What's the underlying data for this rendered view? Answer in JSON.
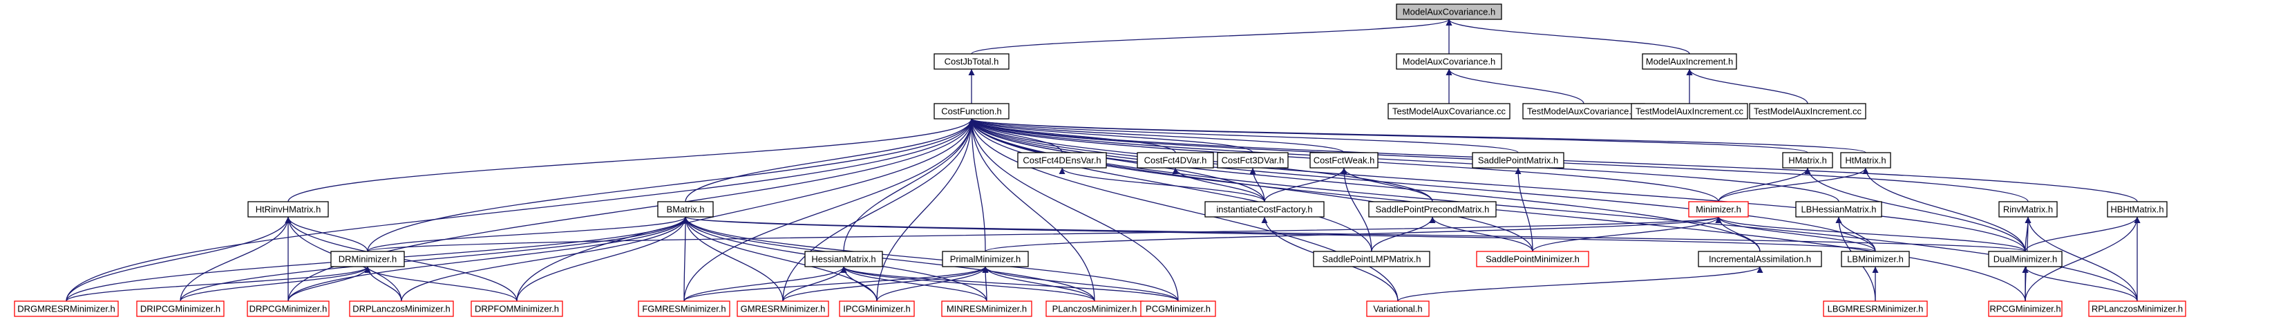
{
  "colors": {
    "edge": "#191970",
    "node_border_black": "#000000",
    "node_border_red": "#ff0000",
    "root_fill": "#bfbfbf",
    "node_fill": "#ffffff"
  },
  "nodes": [
    {
      "id": "root",
      "label": "ModelAuxCovariance.h",
      "border": "black",
      "fill": "root"
    },
    {
      "id": "costjbtotal",
      "label": "CostJbTotal.h",
      "border": "black"
    },
    {
      "id": "modelauxcov2",
      "label": "ModelAuxCovariance.h",
      "border": "black"
    },
    {
      "id": "modelauxinc",
      "label": "ModelAuxIncrement.h",
      "border": "black"
    },
    {
      "id": "testmac1",
      "label": "TestModelAuxCovariance.cc",
      "border": "black"
    },
    {
      "id": "testmac2",
      "label": "TestModelAuxCovariance.cc",
      "border": "black"
    },
    {
      "id": "testmai1",
      "label": "TestModelAuxIncrement.cc",
      "border": "black"
    },
    {
      "id": "testmai2",
      "label": "TestModelAuxIncrement.cc",
      "border": "black"
    },
    {
      "id": "costfunction",
      "label": "CostFunction.h",
      "border": "black"
    },
    {
      "id": "costfct4dens",
      "label": "CostFct4DEnsVar.h",
      "border": "black"
    },
    {
      "id": "costfct4dvar",
      "label": "CostFct4DVar.h",
      "border": "black"
    },
    {
      "id": "costfct3dvar",
      "label": "CostFct3DVar.h",
      "border": "black"
    },
    {
      "id": "costfctweak",
      "label": "CostFctWeak.h",
      "border": "black"
    },
    {
      "id": "saddlepointmatrix",
      "label": "SaddlePointMatrix.h",
      "border": "black"
    },
    {
      "id": "hmatrix",
      "label": "HMatrix.h",
      "border": "black"
    },
    {
      "id": "htmatrix",
      "label": "HtMatrix.h",
      "border": "black"
    },
    {
      "id": "htrinvhmatrix",
      "label": "HtRinvHMatrix.h",
      "border": "black"
    },
    {
      "id": "bmatrix",
      "label": "BMatrix.h",
      "border": "black"
    },
    {
      "id": "instantiatecf",
      "label": "instantiateCostFactory.h",
      "border": "black"
    },
    {
      "id": "saddlepointprecond",
      "label": "SaddlePointPrecondMatrix.h",
      "border": "black"
    },
    {
      "id": "minimizer",
      "label": "Minimizer.h",
      "border": "red"
    },
    {
      "id": "lbhessian",
      "label": "LBHessianMatrix.h",
      "border": "black"
    },
    {
      "id": "rinvmatrix",
      "label": "RinvMatrix.h",
      "border": "black"
    },
    {
      "id": "hbhtmatrix",
      "label": "HBHtMatrix.h",
      "border": "black"
    },
    {
      "id": "drminimizer",
      "label": "DRMinimizer.h",
      "border": "black"
    },
    {
      "id": "hessianmatrix",
      "label": "HessianMatrix.h",
      "border": "black"
    },
    {
      "id": "primalminimizer",
      "label": "PrimalMinimizer.h",
      "border": "black"
    },
    {
      "id": "saddlepointlmp",
      "label": "SaddlePointLMPMatrix.h",
      "border": "black"
    },
    {
      "id": "saddlepointmin",
      "label": "SaddlePointMinimizer.h",
      "border": "red"
    },
    {
      "id": "incrementalassim",
      "label": "IncrementalAssimilation.h",
      "border": "black"
    },
    {
      "id": "lbminimizer",
      "label": "LBMinimizer.h",
      "border": "black"
    },
    {
      "id": "dualminimizer",
      "label": "DualMinimizer.h",
      "border": "black"
    },
    {
      "id": "drgmresr",
      "label": "DRGMRESRMinimizer.h",
      "border": "red"
    },
    {
      "id": "dripcg",
      "label": "DRIPCGMinimizer.h",
      "border": "red"
    },
    {
      "id": "drpcg",
      "label": "DRPCGMinimizer.h",
      "border": "red"
    },
    {
      "id": "drplanczos",
      "label": "DRPLanczosMinimizer.h",
      "border": "red"
    },
    {
      "id": "drpfom",
      "label": "DRPFOMMinimizer.h",
      "border": "red"
    },
    {
      "id": "fgmres",
      "label": "FGMRESMinimizer.h",
      "border": "red"
    },
    {
      "id": "gmresr",
      "label": "GMRESRMinimizer.h",
      "border": "red"
    },
    {
      "id": "ipcg",
      "label": "IPCGMinimizer.h",
      "border": "red"
    },
    {
      "id": "minres",
      "label": "MINRESMinimizer.h",
      "border": "red"
    },
    {
      "id": "planczos",
      "label": "PLanczosMinimizer.h",
      "border": "red"
    },
    {
      "id": "pcg",
      "label": "PCGMinimizer.h",
      "border": "red"
    },
    {
      "id": "variational",
      "label": "Variational.h",
      "border": "red"
    },
    {
      "id": "lbgmresr",
      "label": "LBGMRESRMinimizer.h",
      "border": "red"
    },
    {
      "id": "rpcg",
      "label": "RPCGMinimizer.h",
      "border": "red"
    },
    {
      "id": "rplanczos",
      "label": "RPLanczosMinimizer.h",
      "border": "red"
    }
  ],
  "edges": [
    [
      "costjbtotal",
      "root"
    ],
    [
      "modelauxcov2",
      "root"
    ],
    [
      "modelauxinc",
      "root"
    ],
    [
      "testmac1",
      "modelauxcov2"
    ],
    [
      "testmac2",
      "modelauxcov2"
    ],
    [
      "testmai1",
      "modelauxinc"
    ],
    [
      "testmai2",
      "modelauxinc"
    ],
    [
      "costfunction",
      "costjbtotal"
    ],
    [
      "costfct4dens",
      "costfunction"
    ],
    [
      "costfct4dvar",
      "costfunction"
    ],
    [
      "costfct3dvar",
      "costfunction"
    ],
    [
      "costfctweak",
      "costfunction"
    ],
    [
      "saddlepointmatrix",
      "costfunction"
    ],
    [
      "hmatrix",
      "costfunction"
    ],
    [
      "htmatrix",
      "costfunction"
    ],
    [
      "htrinvhmatrix",
      "costfunction"
    ],
    [
      "bmatrix",
      "costfunction"
    ],
    [
      "instantiatecf",
      "costfunction"
    ],
    [
      "saddlepointprecond",
      "costfunction"
    ],
    [
      "minimizer",
      "costfunction"
    ],
    [
      "lbhessian",
      "costfunction"
    ],
    [
      "rinvmatrix",
      "costfunction"
    ],
    [
      "hbhtmatrix",
      "costfunction"
    ],
    [
      "drminimizer",
      "costfunction"
    ],
    [
      "hessianmatrix",
      "costfunction"
    ],
    [
      "primalminimizer",
      "costfunction"
    ],
    [
      "saddlepointlmp",
      "costfunction"
    ],
    [
      "saddlepointmin",
      "costfunction"
    ],
    [
      "incrementalassim",
      "costfunction"
    ],
    [
      "lbminimizer",
      "costfunction"
    ],
    [
      "dualminimizer",
      "costfunction"
    ],
    [
      "drgmresr",
      "costfunction"
    ],
    [
      "drpcg",
      "costfunction"
    ],
    [
      "drpfom",
      "costfunction"
    ],
    [
      "fgmres",
      "costfunction"
    ],
    [
      "gmresr",
      "costfunction"
    ],
    [
      "ipcg",
      "costfunction"
    ],
    [
      "planczos",
      "costfunction"
    ],
    [
      "pcg",
      "costfunction"
    ],
    [
      "variational",
      "costfunction"
    ],
    [
      "rpcg",
      "costfunction"
    ],
    [
      "rplanczos",
      "costfunction"
    ],
    [
      "instantiatecf",
      "costfct4dens"
    ],
    [
      "instantiatecf",
      "costfct4dvar"
    ],
    [
      "instantiatecf",
      "costfct3dvar"
    ],
    [
      "instantiatecf",
      "costfctweak"
    ],
    [
      "saddlepointprecond",
      "costfctweak"
    ],
    [
      "saddlepointlmp",
      "costfctweak"
    ],
    [
      "saddlepointmin",
      "saddlepointmatrix"
    ],
    [
      "minimizer",
      "hmatrix"
    ],
    [
      "dualminimizer",
      "hmatrix"
    ],
    [
      "minimizer",
      "htmatrix"
    ],
    [
      "dualminimizer",
      "htmatrix"
    ],
    [
      "drgmresr",
      "htrinvhmatrix"
    ],
    [
      "dripcg",
      "htrinvhmatrix"
    ],
    [
      "drpcg",
      "htrinvhmatrix"
    ],
    [
      "drplanczos",
      "htrinvhmatrix"
    ],
    [
      "drpfom",
      "htrinvhmatrix"
    ],
    [
      "drminimizer",
      "htrinvhmatrix"
    ],
    [
      "drminimizer",
      "bmatrix"
    ],
    [
      "drgmresr",
      "bmatrix"
    ],
    [
      "dripcg",
      "bmatrix"
    ],
    [
      "drpcg",
      "bmatrix"
    ],
    [
      "drplanczos",
      "bmatrix"
    ],
    [
      "drpfom",
      "bmatrix"
    ],
    [
      "fgmres",
      "bmatrix"
    ],
    [
      "gmresr",
      "bmatrix"
    ],
    [
      "ipcg",
      "bmatrix"
    ],
    [
      "minres",
      "bmatrix"
    ],
    [
      "planczos",
      "bmatrix"
    ],
    [
      "pcg",
      "bmatrix"
    ],
    [
      "lbminimizer",
      "bmatrix"
    ],
    [
      "dualminimizer",
      "bmatrix"
    ],
    [
      "variational",
      "instantiatecf"
    ],
    [
      "saddlepointlmp",
      "saddlepointprecond"
    ],
    [
      "saddlepointmin",
      "saddlepointprecond"
    ],
    [
      "drminimizer",
      "minimizer"
    ],
    [
      "primalminimizer",
      "minimizer"
    ],
    [
      "saddlepointmin",
      "minimizer"
    ],
    [
      "incrementalassim",
      "minimizer"
    ],
    [
      "lbminimizer",
      "minimizer"
    ],
    [
      "dualminimizer",
      "minimizer"
    ],
    [
      "lbminimizer",
      "lbhessian"
    ],
    [
      "lbgmresr",
      "lbhessian"
    ],
    [
      "dualminimizer",
      "rinvmatrix"
    ],
    [
      "rpcg",
      "rinvmatrix"
    ],
    [
      "rplanczos",
      "rinvmatrix"
    ],
    [
      "dualminimizer",
      "hbhtmatrix"
    ],
    [
      "rpcg",
      "hbhtmatrix"
    ],
    [
      "rplanczos",
      "hbhtmatrix"
    ],
    [
      "drgmresr",
      "drminimizer"
    ],
    [
      "dripcg",
      "drminimizer"
    ],
    [
      "drpcg",
      "drminimizer"
    ],
    [
      "drplanczos",
      "drminimizer"
    ],
    [
      "drpfom",
      "drminimizer"
    ],
    [
      "fgmres",
      "hessianmatrix"
    ],
    [
      "gmresr",
      "hessianmatrix"
    ],
    [
      "ipcg",
      "hessianmatrix"
    ],
    [
      "minres",
      "hessianmatrix"
    ],
    [
      "planczos",
      "hessianmatrix"
    ],
    [
      "pcg",
      "hessianmatrix"
    ],
    [
      "fgmres",
      "primalminimizer"
    ],
    [
      "gmresr",
      "primalminimizer"
    ],
    [
      "ipcg",
      "primalminimizer"
    ],
    [
      "minres",
      "primalminimizer"
    ],
    [
      "planczos",
      "primalminimizer"
    ],
    [
      "pcg",
      "primalminimizer"
    ],
    [
      "variational",
      "incrementalassim"
    ],
    [
      "lbgmresr",
      "lbminimizer"
    ],
    [
      "rpcg",
      "dualminimizer"
    ],
    [
      "rplanczos",
      "dualminimizer"
    ]
  ]
}
